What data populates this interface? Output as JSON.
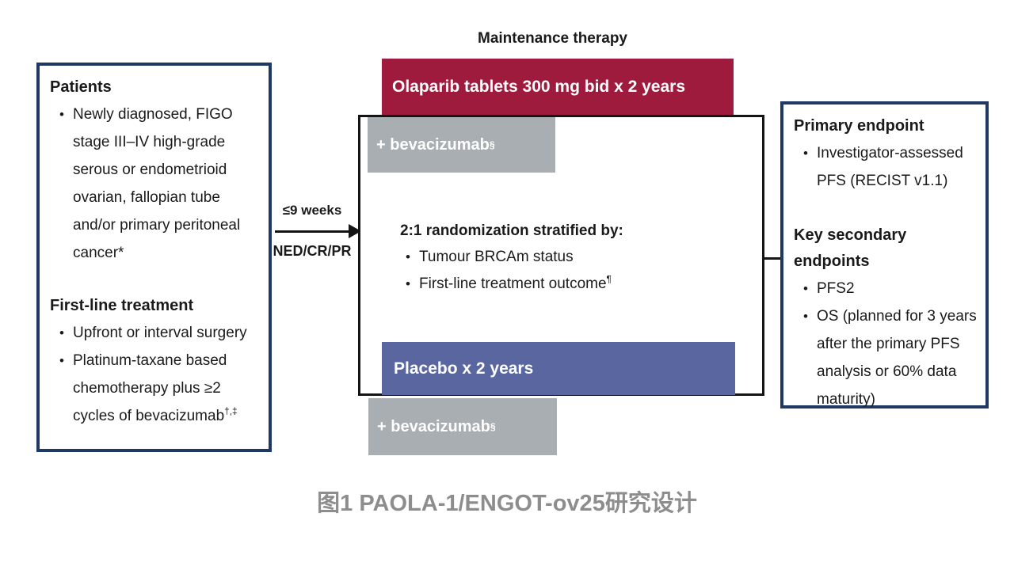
{
  "colors": {
    "border_navy": "#1f3864",
    "olaparib_red": "#9e1b3d",
    "placebo_blue": "#5a66a0",
    "bevacizumab_gray": "#a8aeb2",
    "caption_gray": "#8d8d8d"
  },
  "patients_box": {
    "title": "Patients",
    "items": [
      "Newly diagnosed, FIGO stage III–IV high-grade serous or endometrioid ovarian, fallopian tube and/or primary peritoneal cancer*"
    ],
    "title2": "First-line treatment",
    "items2": [
      "Upfront or interval surgery",
      "Platinum-taxane based chemotherapy plus ≥2 cycles of bevacizumab"
    ],
    "items2_sup": "†,‡"
  },
  "arrow": {
    "label_top": "≤9 weeks",
    "label_bottom": "NED/CR/PR"
  },
  "maintenance": {
    "label": "Maintenance therapy"
  },
  "arms": {
    "olaparib_label": "Olaparib tablets 300 mg bid x 2 years",
    "placebo_label": "Placebo x 2 years",
    "bevacizumab_label": "+ bevacizumab",
    "bevacizumab_sup": "§"
  },
  "randomization": {
    "title": "2:1 randomization stratified by:",
    "items": [
      "Tumour BRCAm status",
      "First-line treatment outcome"
    ],
    "item2_sup": "¶"
  },
  "endpoints_box": {
    "title1": "Primary endpoint",
    "items1": [
      "Investigator-assessed PFS (RECIST v1.1)"
    ],
    "title2": "Key secondary endpoints",
    "items2": [
      "PFS2",
      "OS (planned for 3 years after the primary PFS analysis or 60% data maturity)"
    ]
  },
  "caption": "图1 PAOLA-1/ENGOT-ov25研究设计"
}
